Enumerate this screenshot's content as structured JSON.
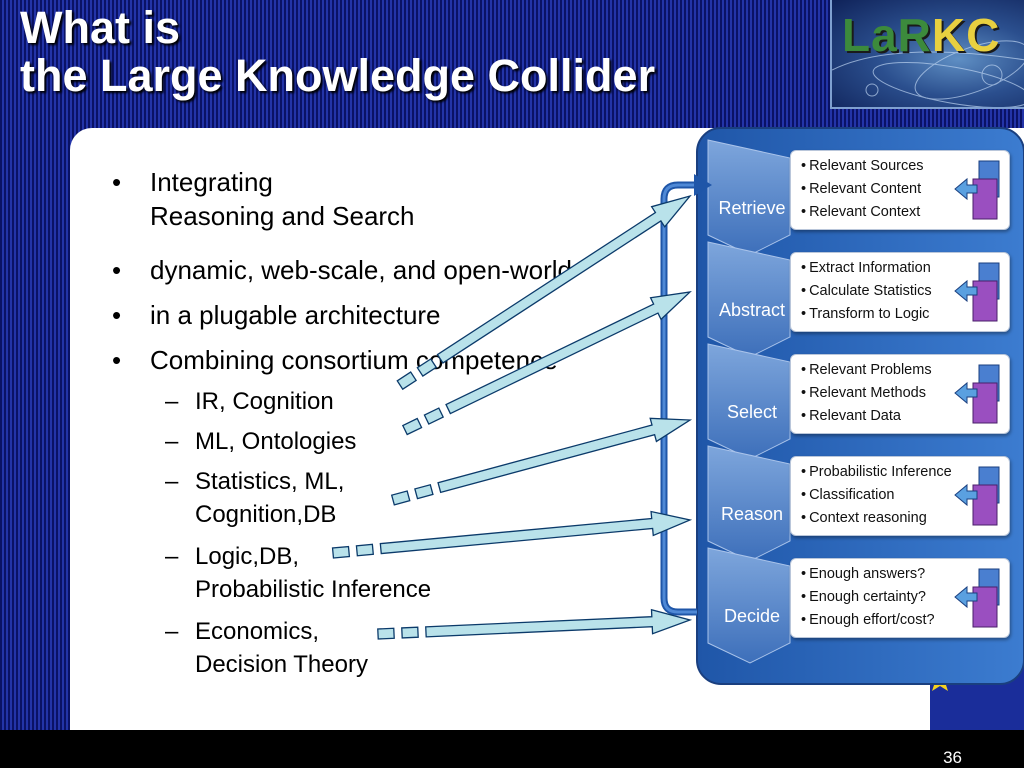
{
  "slide": {
    "title_line1": "What is",
    "title_line2": "the Large Knowledge Collider",
    "logo_text_left": "LaR",
    "logo_text_right": "KC",
    "page_number": "36"
  },
  "bullets": [
    {
      "level": 1,
      "lines": [
        "Integrating",
        "Reasoning and Search"
      ]
    },
    {
      "level": 1,
      "lines": [
        "dynamic, web-scale, and open-world"
      ]
    },
    {
      "level": 1,
      "lines": [
        "in a plugable architecture"
      ]
    },
    {
      "level": 1,
      "lines": [
        "Combining consortium competence"
      ]
    },
    {
      "level": 2,
      "lines": [
        "IR, Cognition"
      ]
    },
    {
      "level": 2,
      "lines": [
        "ML, Ontologies"
      ]
    },
    {
      "level": 2,
      "lines": [
        "Statistics, ML,",
        "Cognition,DB"
      ]
    },
    {
      "level": 2,
      "lines": [
        "Logic,DB,",
        "Probabilistic Inference"
      ]
    },
    {
      "level": 2,
      "lines": [
        "Economics,",
        "Decision Theory"
      ]
    }
  ],
  "pipeline": {
    "stages": [
      {
        "label": "Retrieve",
        "items": [
          "Relevant Sources",
          "Relevant Content",
          "Relevant Context"
        ]
      },
      {
        "label": "Abstract",
        "items": [
          "Extract Information",
          "Calculate Statistics",
          "Transform to Logic"
        ]
      },
      {
        "label": "Select",
        "items": [
          "Relevant Problems",
          "Relevant Methods",
          "Relevant Data"
        ]
      },
      {
        "label": "Reason",
        "items": [
          "Probabilistic Inference",
          "Classification",
          "Context reasoning"
        ]
      },
      {
        "label": "Decide",
        "items": [
          "Enough answers?",
          "Enough certainty?",
          "Enough effort/cost?"
        ]
      }
    ],
    "colors": {
      "panel": "#2a62b4",
      "chevron": "#5f8ed0",
      "arrow_fill": "#b9e2ea",
      "arrow_stroke": "#0b3a6a"
    }
  }
}
